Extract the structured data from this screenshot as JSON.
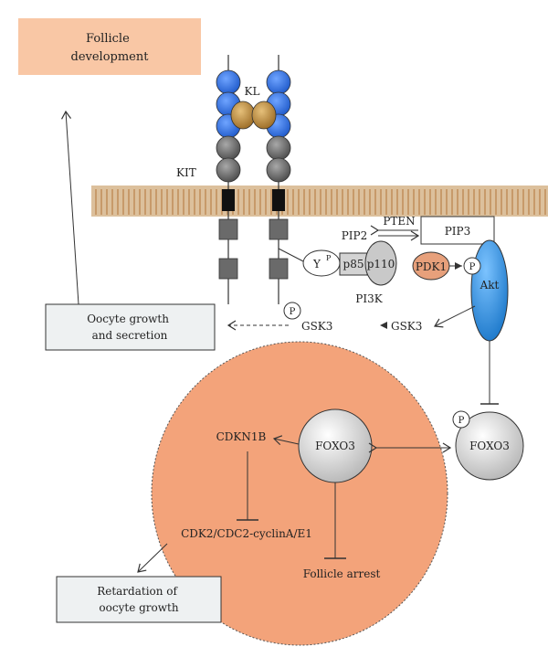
{
  "colors": {
    "peach_box": "#f9c7a5",
    "grey_box": "#eef1f2",
    "nucleus": "#f3a37a",
    "blue": "#2f6ee0",
    "kl_gold": "#b98a3a",
    "dark_grey": "#5e5e5e",
    "pdk1": "#e7a07b",
    "membrane": "#c9a57d",
    "akt": "#2a8ad8"
  },
  "boxes": {
    "follicle_development": "Follicle development",
    "oocyte_growth": "Oocyte growth and secretion",
    "retardation": "Retardation of oocyte growth"
  },
  "labels": {
    "kl": "KL",
    "kit": "KIT",
    "pip2": "PIP2",
    "pten": "PTEN",
    "pip3": "PIP3",
    "y": "Y",
    "y_sup": "P",
    "p85": "p85",
    "p110": "p110",
    "pi3k": "PI3K",
    "pdk1": "PDK1",
    "p": "P",
    "akt": "Akt",
    "gsk3": "GSK3",
    "foxo3": "FOXO3",
    "cdkn1b": "CDKN1B",
    "cdk2": "CDK2/CDC2-cyclinA/E1",
    "follicle_arrest": "Follicle arrest"
  }
}
